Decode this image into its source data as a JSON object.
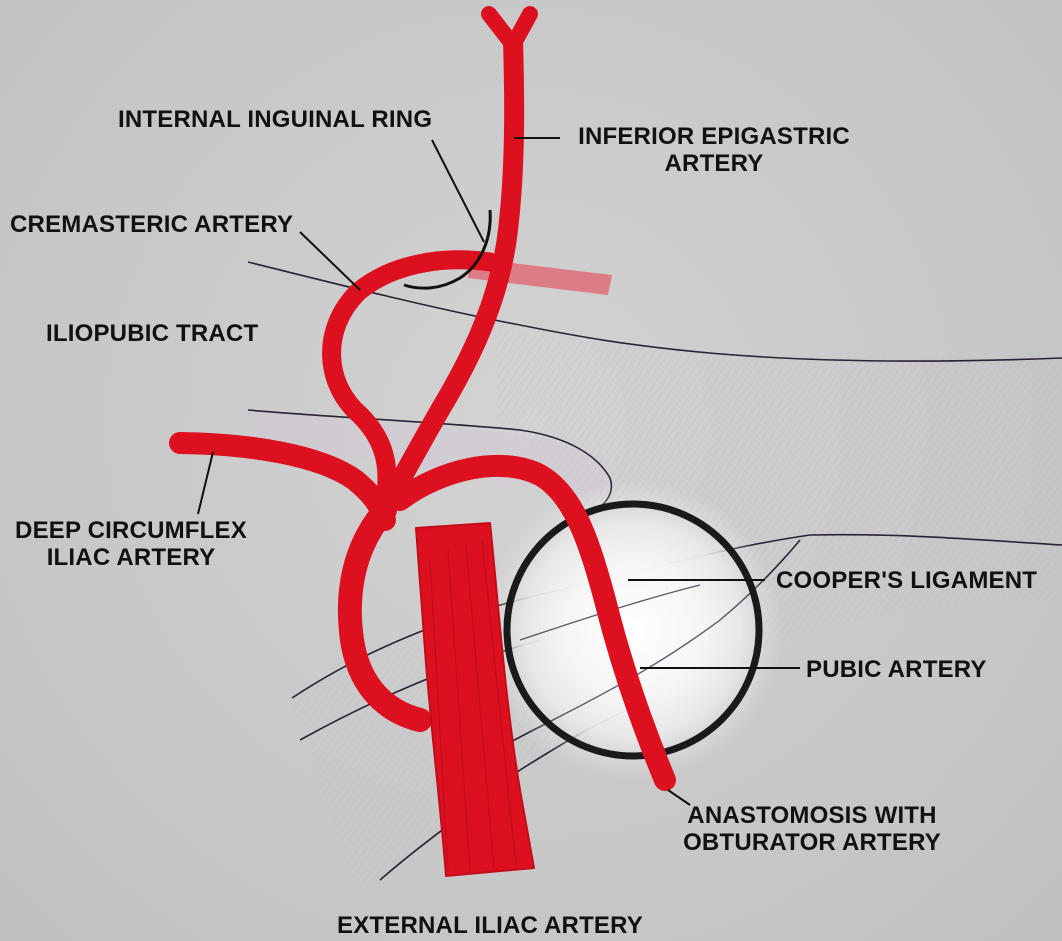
{
  "labels": {
    "internal_inguinal_ring": "INTERNAL INGUINAL RING",
    "inferior_epigastric_line1": "INFERIOR EPIGASTRIC",
    "inferior_epigastric_line2": "ARTERY",
    "cremasteric_artery": "CREMASTERIC ARTERY",
    "iliopubic_tract": "ILIOPUBIC TRACT",
    "deep_circumflex_line1": "DEEP CIRCUMFLEX",
    "deep_circumflex_line2": "ILIAC ARTERY",
    "coopers_ligament": "COOPER'S LIGAMENT",
    "pubic_artery": "PUBIC ARTERY",
    "anastomosis_line1": "ANASTOMOSIS WITH",
    "anastomosis_line2": "OBTURATOR ARTERY",
    "external_iliac_artery": "EXTERNAL ILIAC ARTERY"
  },
  "colors": {
    "artery": "#dd1020",
    "artery_dark": "#b00a18",
    "background": "#c9c9c9",
    "ligament_shading": "#b8a8c0",
    "leader_line": "#111111"
  }
}
